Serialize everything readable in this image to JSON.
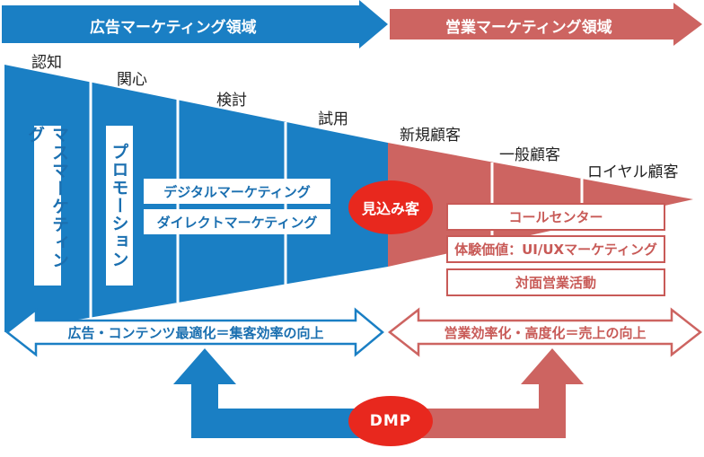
{
  "banners": {
    "advertising": "広告マーケティング領域",
    "sales": "営業マーケティング領域"
  },
  "stages": [
    "認知",
    "関心",
    "検討",
    "試用",
    "新規顧客",
    "一般顧客",
    "ロイヤル顧客"
  ],
  "ad_tactics": {
    "mass": "マスマーケティング",
    "promotion": "プロモーション",
    "digital": "デジタルマーケティング",
    "direct": "ダイレクトマーケティング"
  },
  "prospect": "見込み客",
  "sales_tactics": [
    "コールセンター",
    "体験価値：UI/UXマーケティング",
    "対面営業活動"
  ],
  "goals": {
    "advertising": "広告・コンテンツ最適化＝集客効率の向上",
    "sales": "営業効率化・高度化＝売上の向上"
  },
  "hub": "DMP",
  "colors": {
    "blue": "#1a7fc4",
    "red": "#cd6461",
    "bright_red": "#e8281e"
  }
}
